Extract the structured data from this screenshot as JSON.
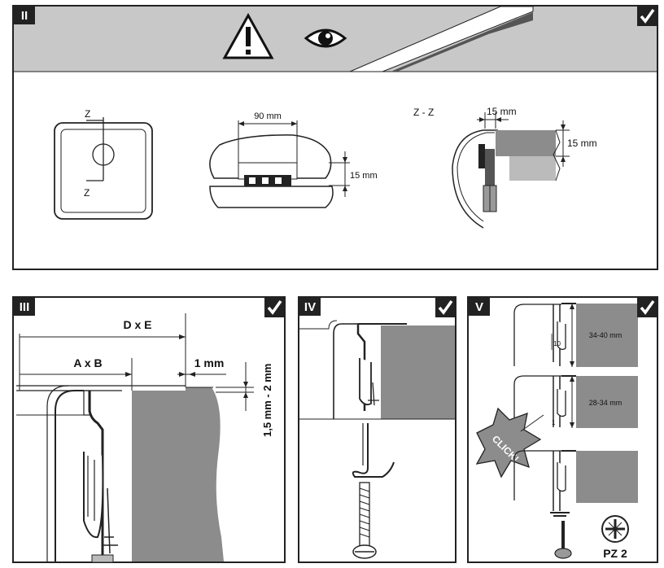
{
  "panel2": {
    "step": "II",
    "view1": {
      "top": "Z",
      "bottom": "Z"
    },
    "view2": {
      "width": "90 mm",
      "gap": "15 mm"
    },
    "view3": {
      "section": "Z - Z",
      "top": "15 mm",
      "right": "15 mm"
    }
  },
  "panel3": {
    "step": "III",
    "dxe": "D x E",
    "axb": "A x B",
    "gap": "1 mm",
    "thickness": "1,5 mm - 2 mm"
  },
  "panel4": {
    "step": "IV"
  },
  "panel5": {
    "step": "V",
    "range1": "34-40 mm",
    "range2": "28-34 mm",
    "small1": "10",
    "small2": "1",
    "click": "CLICK!",
    "driver": "PZ 2"
  },
  "colors": {
    "header": "#c8c8c8",
    "counter": "#8c8c8c",
    "ink": "#1a1a1a"
  }
}
